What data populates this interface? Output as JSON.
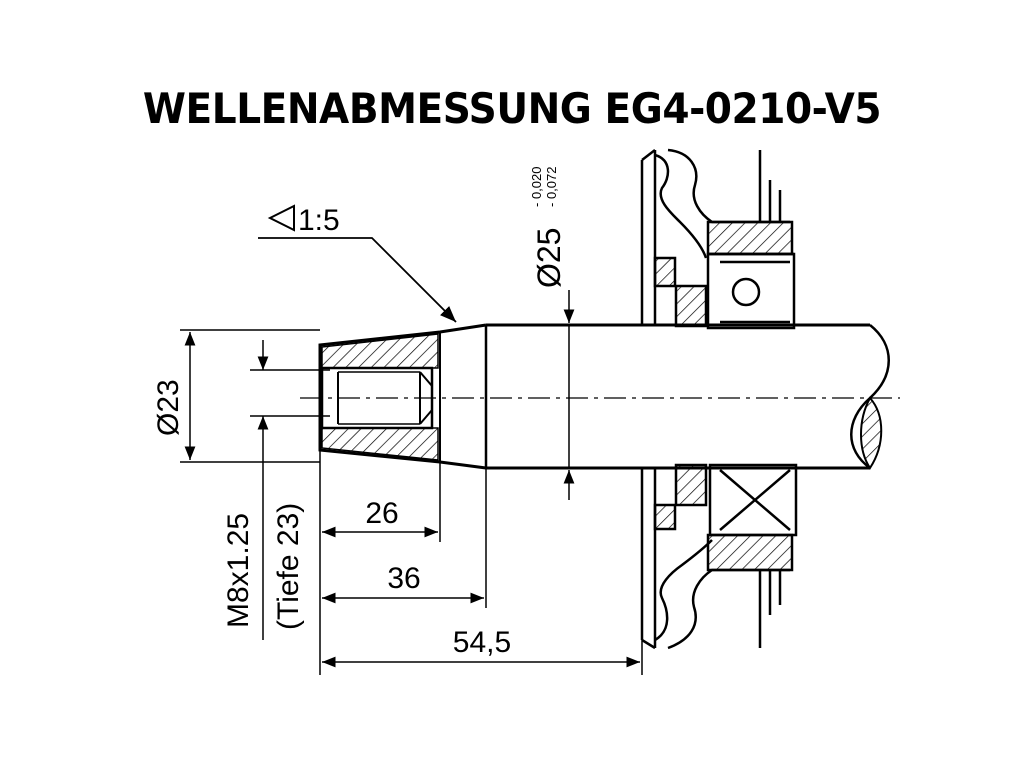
{
  "title": "WELLENABMESSUNG EG4-0210-V5",
  "labels": {
    "taper": "1:5",
    "shaft_diameter": "Ø25",
    "tol_upper": "- 0,020",
    "tol_lower": "- 0,072",
    "tip_diameter": "Ø23",
    "thread": "M8x1.25",
    "thread_depth": "(Tiefe 23)",
    "dim_26": "26",
    "dim_36": "36",
    "dim_54": "54,5"
  }
}
